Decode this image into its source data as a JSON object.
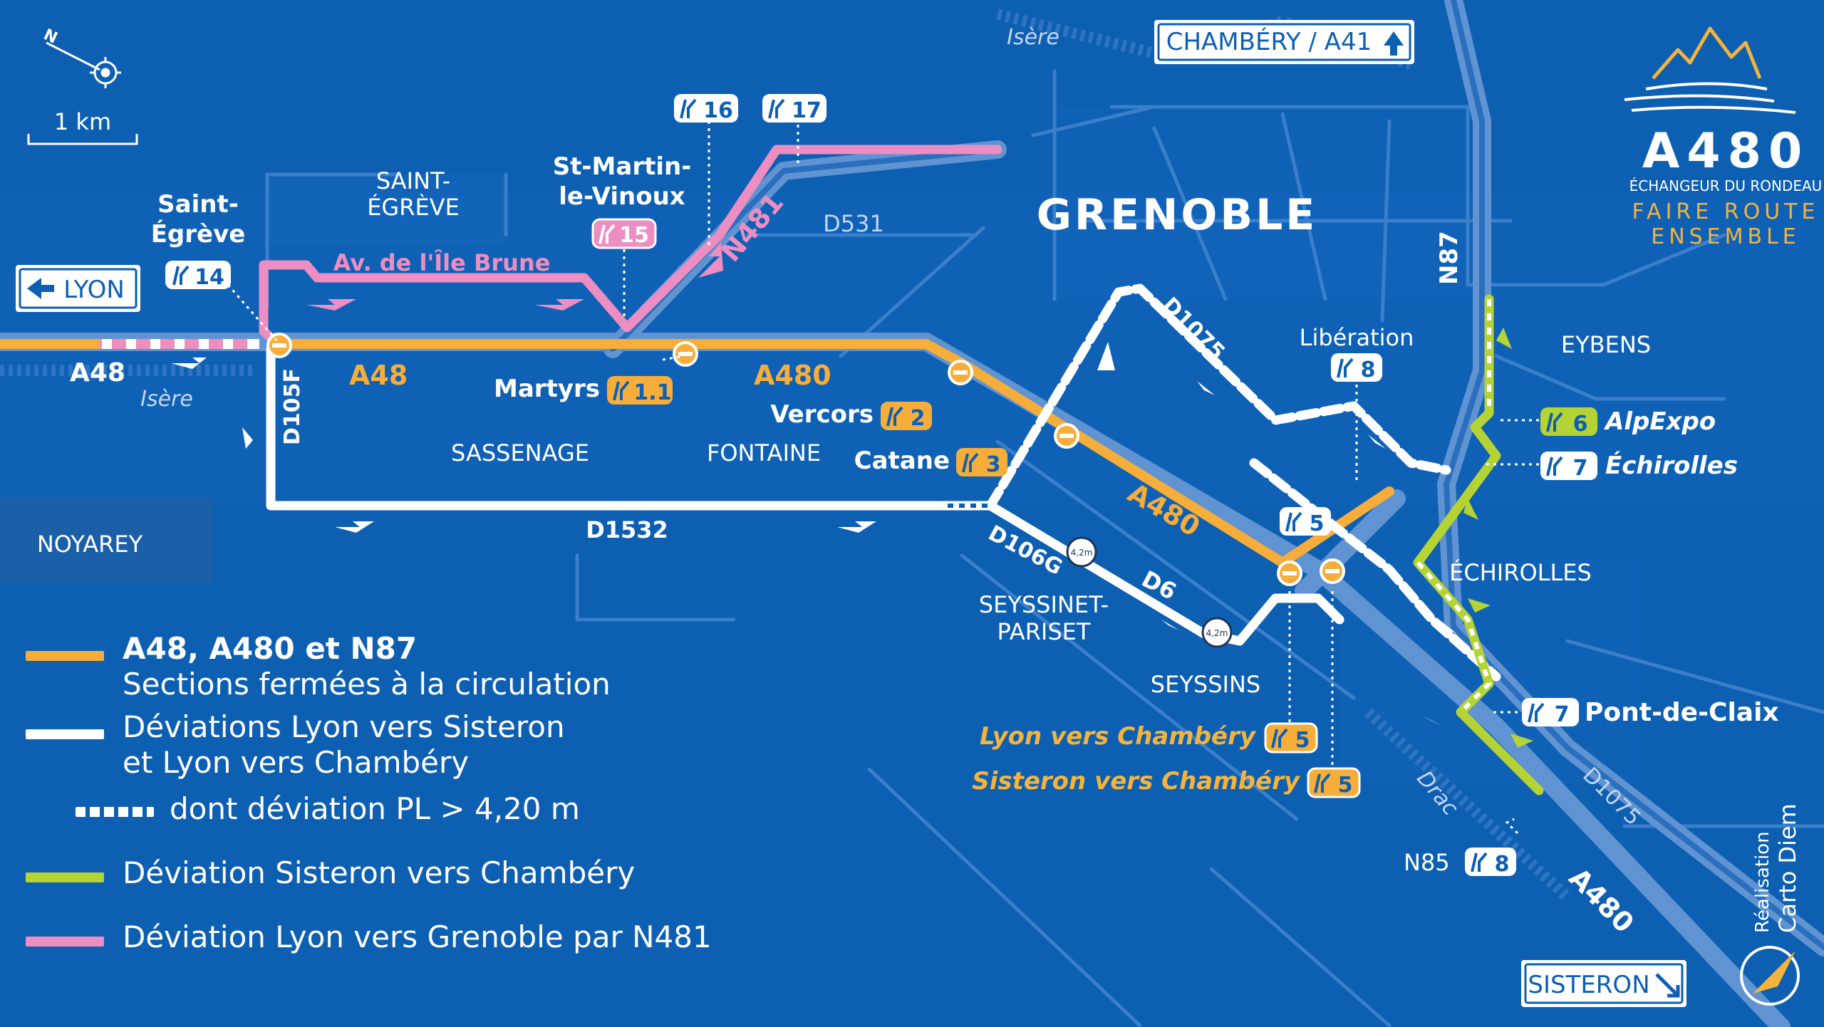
{
  "title": {
    "main": "A480",
    "subtitle": "ÉCHANGEUR DU RONDEAU",
    "slogan_line1": "FAIRE ROUTE",
    "slogan_line2": "ENSEMBLE"
  },
  "scale": {
    "label": "1 km"
  },
  "direction_signs": {
    "chambery": "CHAMBÉRY / A41",
    "lyon": "LYON",
    "sisteron": "SISTERON"
  },
  "places": {
    "grenoble": "GRENOBLE",
    "saint_egreve": "SAINT-\nÉGRÈVE",
    "saint_egreve_l1": "SAINT-",
    "saint_egreve_l2": "ÉGRÈVE",
    "sassenage": "SASSENAGE",
    "fontaine": "FONTAINE",
    "noyarey": "NOYAREY",
    "seyssinet_l1": "SEYSSINET-",
    "seyssinet_l2": "PARISET",
    "seyssins": "SEYSSINS",
    "eybens": "EYBENS",
    "echirolles": "ÉCHIROLLES"
  },
  "rivers": {
    "isere_north": "Isère",
    "isere_west": "Isère",
    "drac": "Drac"
  },
  "roads": {
    "a48_west": "A48",
    "a48": "A48",
    "a480_mid": "A480",
    "a480_diag": "A480",
    "a480_south": "A480",
    "n87": "N87",
    "n481": "N481",
    "d531": "D531",
    "d1075_north": "D1075",
    "d1075_south": "D1075",
    "d1532": "D1532",
    "d105f": "D105F",
    "d106g": "D106G",
    "d6": "D6",
    "n85": "N85",
    "avenue_ile_brune": "Av. de l'Île Brune"
  },
  "exits": {
    "saint_egreve_l1": "Saint-",
    "saint_egreve_l2": "Égrève",
    "saint_egreve_num": "14",
    "st_martin_l1": "St-Martin-",
    "st_martin_l2": "le-Vinoux",
    "st_martin_num": "15",
    "x16_num": "16",
    "x17_num": "17",
    "martyrs": "Martyrs",
    "martyrs_num": "1.1",
    "vercors": "Vercors",
    "vercors_num": "2",
    "catane": "Catane",
    "catane_num": "3",
    "liberation": "Libération",
    "liberation_num": "8",
    "x5_num": "5",
    "alpexpo": "AlpExpo",
    "alpexpo_num": "6",
    "echirolles": "Échirolles",
    "echirolles_num": "7",
    "pont_de_claix": "Pont-de-Claix",
    "pont_de_claix_num": "7",
    "lyon_vers_chambery": "Lyon vers Chambéry",
    "lyon_vers_chambery_num": "5",
    "sisteron_vers_chambery": "Sisteron vers Chambéry",
    "sisteron_vers_chambery_num": "5",
    "n85_num": "8"
  },
  "height_limit": "4,2m",
  "credit": {
    "line1": "Réalisation",
    "line2": "Carto Diem"
  },
  "legend": {
    "closed_title": "A48, A480 et N87",
    "closed_sub": "Sections fermées à la circulation",
    "detour_white_l1": "Déviations Lyon vers Sisteron",
    "detour_white_l2": "et Lyon vers Chambéry",
    "detour_pl": "dont déviation PL > 4,20 m",
    "detour_green": "Déviation Sisteron vers Chambéry",
    "detour_pink": "Déviation Lyon vers Grenoble par N481"
  },
  "colors": {
    "background": "#0d5fb2",
    "closed": "#f6ad3a",
    "detour": "#ffffff",
    "green": "#b5d334",
    "pink": "#ec8ec1",
    "motorway": "#5f93d2",
    "street": "#3a7fcb",
    "gold": "#f4b43c"
  }
}
